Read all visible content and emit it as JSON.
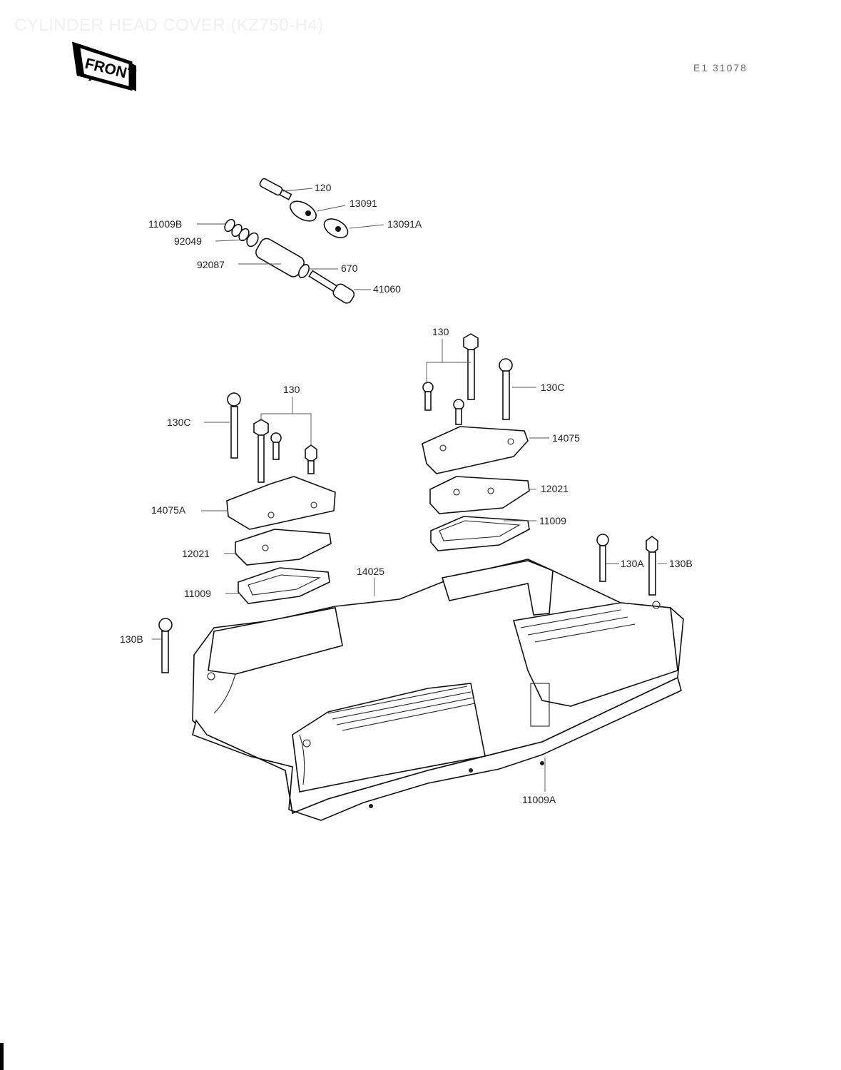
{
  "header": {
    "title": "CYLINDER HEAD COVER (KZ750-H4)",
    "ref_code": "E1 31078",
    "front_label": "FRONT"
  },
  "part_labels": [
    {
      "id": "p120",
      "text": "120"
    },
    {
      "id": "p13091",
      "text": "13091"
    },
    {
      "id": "p13091A",
      "text": "13091A"
    },
    {
      "id": "p11009B",
      "text": "11009B"
    },
    {
      "id": "p92049",
      "text": "92049"
    },
    {
      "id": "p92087",
      "text": "92087"
    },
    {
      "id": "p670",
      "text": "670"
    },
    {
      "id": "p41060",
      "text": "41060"
    },
    {
      "id": "p130_right",
      "text": "130"
    },
    {
      "id": "p130C_right",
      "text": "130C"
    },
    {
      "id": "p14075",
      "text": "14075"
    },
    {
      "id": "p12021_right",
      "text": "12021"
    },
    {
      "id": "p11009_right",
      "text": "11009"
    },
    {
      "id": "p130_left",
      "text": "130"
    },
    {
      "id": "p130C_left",
      "text": "130C"
    },
    {
      "id": "p14075A",
      "text": "14075A"
    },
    {
      "id": "p12021_left",
      "text": "12021"
    },
    {
      "id": "p11009_left",
      "text": "11009"
    },
    {
      "id": "p14025",
      "text": "14025"
    },
    {
      "id": "p130A",
      "text": "130A"
    },
    {
      "id": "p130B_right",
      "text": "130B"
    },
    {
      "id": "p130B_left",
      "text": "130B"
    },
    {
      "id": "p11009A",
      "text": "11009A"
    }
  ]
}
